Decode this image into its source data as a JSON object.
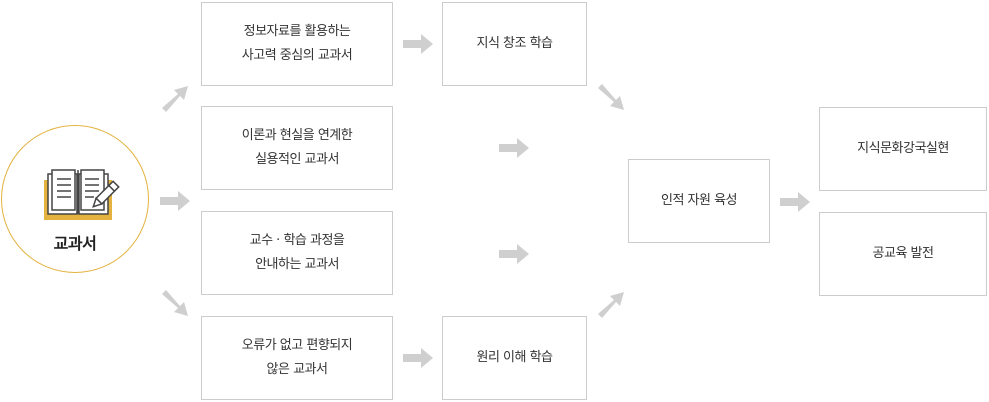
{
  "center": {
    "label": "교과서",
    "icon": "open-book-pencil-icon"
  },
  "textbook_types": [
    {
      "line1": "정보자료를 활용하는",
      "line2": "사고력 중심의 교과서"
    },
    {
      "line1": "이론과 현실을 연계한",
      "line2": "실용적인 교과서"
    },
    {
      "line1": "교수 · 학습 과정을",
      "line2": "안내하는 교과서"
    },
    {
      "line1": "오류가 없고 편향되지",
      "line2": "않은 교과서"
    }
  ],
  "learning": {
    "knowledge": "지식 창조 학습",
    "principle": "원리 이해 학습"
  },
  "talent": "인적 자원 육성",
  "goals": {
    "culture": "지식문화강국실현",
    "education": "공교육 발전"
  },
  "colors": {
    "accent": "#e3b23f",
    "arrow": "#cfcfcf",
    "border": "#cccccc"
  }
}
